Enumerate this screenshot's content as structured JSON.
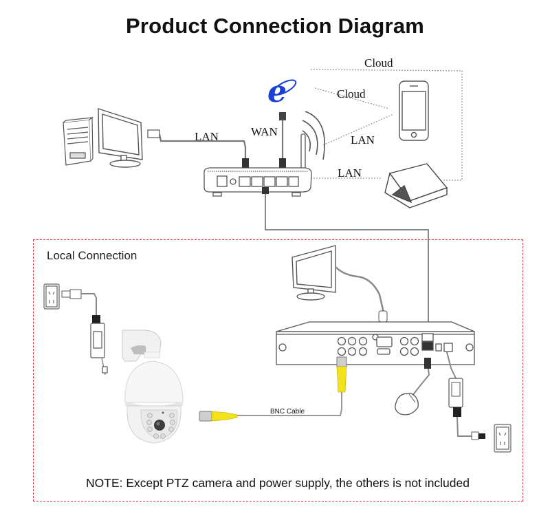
{
  "title": "Product Connection Diagram",
  "network": {
    "labels": {
      "cloud_top": "Cloud",
      "cloud_mid": "Cloud",
      "lan_pc": "LAN",
      "wan": "WAN",
      "lan_wifi": "LAN",
      "lan_laptop": "LAN"
    },
    "devices": [
      "desktop-pc",
      "monitor",
      "internet-explorer-logo",
      "wifi-router",
      "smartphone",
      "laptop"
    ]
  },
  "local": {
    "title": "Local Connection",
    "bnc_label": "BNC Cable",
    "devices": [
      "power-outlet",
      "power-adapter",
      "ptz-camera",
      "monitor",
      "dvr-recorder",
      "mouse",
      "power-adapter",
      "power-outlet"
    ]
  },
  "note": "NOTE: Except PTZ camera and power supply, the others is not included",
  "colors": {
    "border_dashed": "#d9303a",
    "ie_blue": "#1a3fd6",
    "bnc_yellow": "#f2e21c",
    "line_gray": "#888888"
  }
}
